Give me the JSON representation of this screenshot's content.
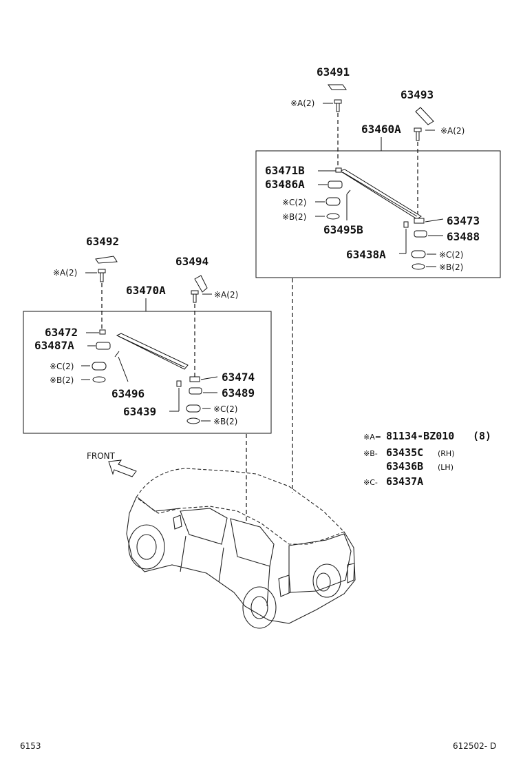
{
  "callouts": {
    "p63491": "63491",
    "p63493": "63493",
    "p63460A": "63460A",
    "p63471B": "63471B",
    "p63486A": "63486A",
    "p63495B": "63495B",
    "p63473": "63473",
    "p63488": "63488",
    "p63438A": "63438A",
    "p63492": "63492",
    "p63494": "63494",
    "p63470A": "63470A",
    "p63472": "63472",
    "p63487A": "63487A",
    "p63496": "63496",
    "p63474": "63474",
    "p63489": "63489",
    "p63439": "63439"
  },
  "refs": {
    "a2": "※A(2)",
    "b2": "※B(2)",
    "c2": "※C(2)"
  },
  "front_label": "FRONT",
  "legend": {
    "a_mark": "※A=",
    "a_part": "81134-BZ010",
    "a_qty": "(8)",
    "b_mark": "※B-",
    "b_part_rh": "63435C",
    "b_rh": "(RH)",
    "b_part_lh": "63436B",
    "b_lh": "(LH)",
    "c_mark": "※C-",
    "c_part": "63437A"
  },
  "footer": {
    "left": "6153",
    "right": "612502- D"
  },
  "icons": [
    "bolt-icon",
    "clip-icon",
    "seal-icon",
    "arrow-icon",
    "car-outline-icon"
  ]
}
